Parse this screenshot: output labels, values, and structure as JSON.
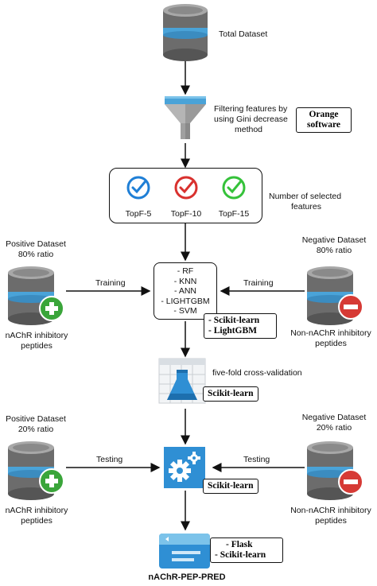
{
  "nodes": {
    "total_dataset": "Total Dataset",
    "filtering": [
      "Filtering features by",
      "using Gini decrease",
      "method"
    ],
    "orange": [
      "Orange",
      "software"
    ],
    "topf": [
      "TopF-5",
      "TopF-10",
      "TopF-15"
    ],
    "selected": [
      "Number of selected",
      "features"
    ],
    "algorithms": [
      "- RF",
      "- KNN",
      "- ANN",
      "- LIGHTGBM",
      "- SVM"
    ],
    "train_libs": [
      "- Scikit-learn",
      "- LightGBM"
    ],
    "pos_train": [
      "Positive Dataset",
      "80% ratio"
    ],
    "neg_train": [
      "Negative Dataset",
      "80% ratio"
    ],
    "pos_train_label": [
      "nAChR inhibitory",
      "peptides"
    ],
    "neg_train_label": [
      "Non-nAChR inhibitory",
      "peptides"
    ],
    "training": "Training",
    "cv": "five-fold cross-validation",
    "cv_lib": "Scikit-learn",
    "pos_test": [
      "Positive Dataset",
      "20% ratio"
    ],
    "neg_test": [
      "Negative Dataset",
      "20% ratio"
    ],
    "pos_test_label": [
      "nAChR inhibitory",
      "peptides"
    ],
    "neg_test_label": [
      "Non-nAChR inhibitory",
      "peptides"
    ],
    "testing": "Testing",
    "test_lib": "Scikit-learn",
    "deploy_libs": [
      "- Flask",
      "- Scikit-learn"
    ],
    "final": "nAChR-PEP-PRED"
  },
  "colors": {
    "check_blue": "#1f7fd6",
    "check_red": "#d9312e",
    "check_green": "#35c23a",
    "plus_green": "#3aa53a",
    "minus_red": "#d63a35",
    "db_top": "#8a8a8a",
    "db_band": "#4aa3d8",
    "azure_blue": "#2f8fd4"
  },
  "icons": [
    "database-icon",
    "funnel-icon",
    "check-circle-icon",
    "plus-icon",
    "minus-icon",
    "flask-icon",
    "gear-icon",
    "web-app-icon"
  ]
}
